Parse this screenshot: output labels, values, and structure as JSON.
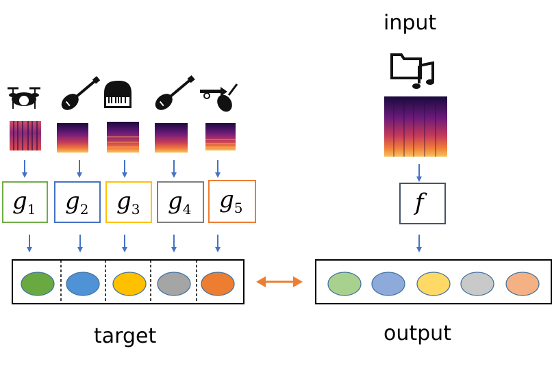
{
  "labels": {
    "input": "input",
    "target": "target",
    "output": "output"
  },
  "networks": {
    "target_models": [
      {
        "symbol": "g",
        "subscript": "1",
        "color": "#70ad47"
      },
      {
        "symbol": "g",
        "subscript": "2",
        "color": "#4472c4"
      },
      {
        "symbol": "g",
        "subscript": "3",
        "color": "#ffc000"
      },
      {
        "symbol": "g",
        "subscript": "4",
        "color": "#7f7f7f"
      },
      {
        "symbol": "g",
        "subscript": "5",
        "color": "#ed7d31"
      }
    ],
    "main_model": {
      "symbol": "f",
      "color": "#44546a"
    }
  },
  "instruments": [
    "drum-kit-icon",
    "electric-guitar-icon",
    "piano-icon",
    "electric-guitar-icon",
    "trumpet-violin-icon"
  ],
  "input_icon": "folder-music-icon",
  "target_embeddings": [
    "#6aa841",
    "#4f92d5",
    "#ffc000",
    "#a5a5a5",
    "#ed7d31"
  ],
  "output_embeddings": [
    "#a9d18e",
    "#8eaadb",
    "#ffd966",
    "#c9c9c9",
    "#f4b183"
  ],
  "colors": {
    "arrow": "#4472c4",
    "double_arrow": "#ed7d31"
  }
}
